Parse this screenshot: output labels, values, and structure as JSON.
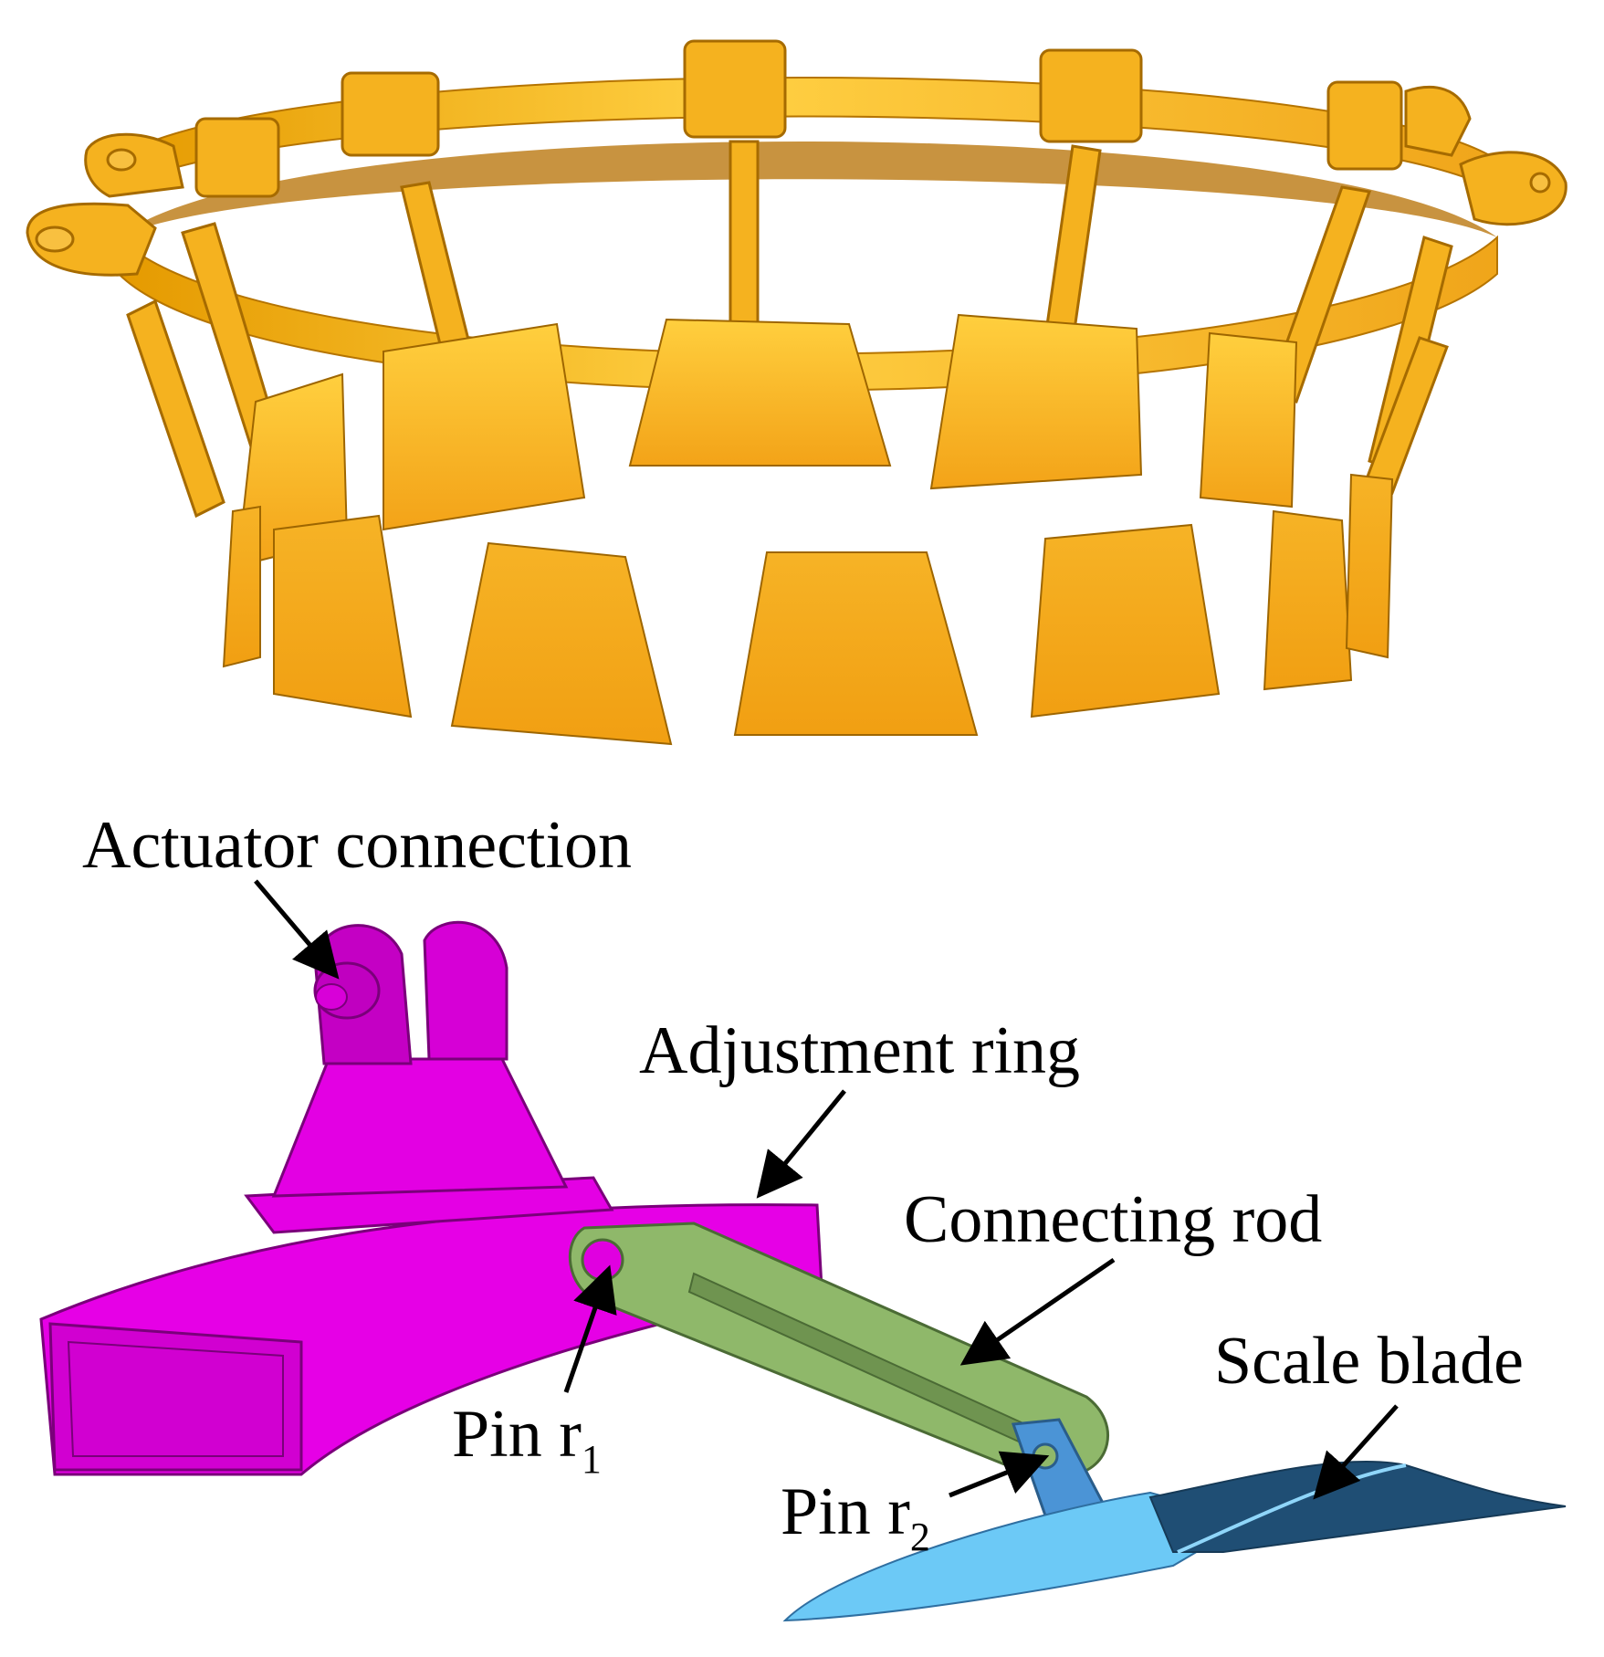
{
  "labels": {
    "actuator_connection": "Actuator connection",
    "adjustment_ring": "Adjustment ring",
    "connecting_rod": "Connecting rod",
    "scale_blade": "Scale blade",
    "pin_r1": {
      "main": "Pin r",
      "sub": "1"
    },
    "pin_r2": {
      "main": "Pin r",
      "sub": "2"
    }
  },
  "colors": {
    "ring_gold": "#f3a91c",
    "ring_gold_light": "#ffd043",
    "ring_gold_dark": "#c78100",
    "actuator_magenta": "#e600e6",
    "actuator_magenta_dark": "#b800b8",
    "rod_green": "#8fb86a",
    "rod_green_dark": "#5d7f46",
    "blade_blue": "#6cc9f6",
    "blade_blue_dark": "#1f4e74",
    "pin_blue": "#4b94d6",
    "text": "#000000"
  }
}
